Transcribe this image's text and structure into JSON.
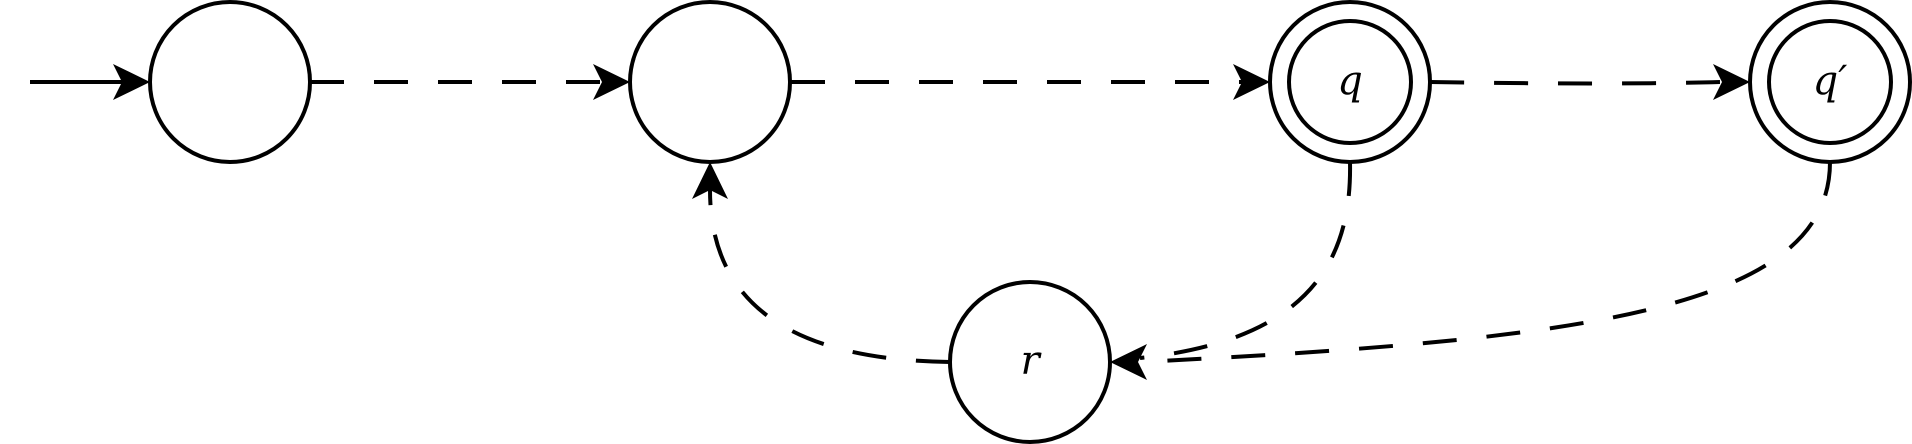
{
  "diagram": {
    "type": "automaton",
    "states": [
      {
        "id": "s0",
        "label": "",
        "accepting": false,
        "initial": true
      },
      {
        "id": "s1",
        "label": "",
        "accepting": false,
        "initial": false
      },
      {
        "id": "q",
        "label": "q",
        "accepting": true,
        "initial": false
      },
      {
        "id": "q_prime",
        "label": "q′",
        "accepting": true,
        "initial": false
      },
      {
        "id": "r",
        "label": "r",
        "accepting": false,
        "initial": false
      }
    ],
    "edges": [
      {
        "from": "start",
        "to": "s0",
        "style": "solid"
      },
      {
        "from": "s0",
        "to": "s1",
        "style": "dashed"
      },
      {
        "from": "s1",
        "to": "q",
        "style": "dashed"
      },
      {
        "from": "q",
        "to": "q_prime",
        "style": "dashed"
      },
      {
        "from": "q",
        "to": "r",
        "style": "dashed"
      },
      {
        "from": "q_prime",
        "to": "r",
        "style": "dashed"
      },
      {
        "from": "r",
        "to": "s1",
        "style": "dashed"
      }
    ],
    "colors": {
      "stroke": "#000000",
      "background": "#ffffff"
    }
  }
}
